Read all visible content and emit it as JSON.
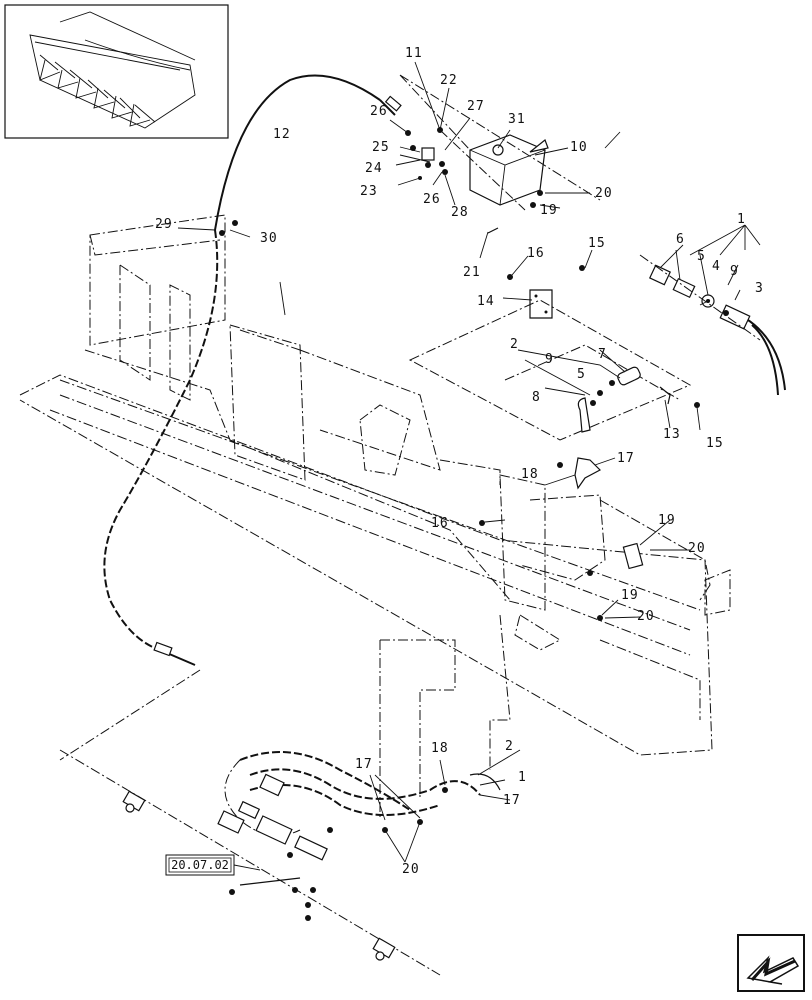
{
  "callouts": {
    "c1_top": "1",
    "c2_mid": "2",
    "c3": "3",
    "c4": "4",
    "c5_right": "5",
    "c5_mid": "5",
    "c6": "6",
    "c7": "7",
    "c8": "8",
    "c9_right": "9",
    "c9_mid": "9",
    "c10": "10",
    "c11": "11",
    "c12": "12",
    "c13": "13",
    "c14": "14",
    "c15_top": "15",
    "c15_mid": "15",
    "c16_top": "16",
    "c16_mid": "16",
    "c17_top": "17",
    "c17_bl": "17",
    "c17_br": "17",
    "c18_mid": "18",
    "c18_bot": "18",
    "c19_top": "19",
    "c19_mid": "19",
    "c19_low": "19",
    "c20_top": "20",
    "c20_mid": "20",
    "c20_low": "20",
    "c20_bot": "20",
    "c21": "21",
    "c22": "22",
    "c23": "23",
    "c24": "24",
    "c25": "25",
    "c26_a": "26",
    "c26_b": "26",
    "c27": "27",
    "c28": "28",
    "c29": "29",
    "c30": "30",
    "c31": "31",
    "c1_bot": "1",
    "c2_bot": "2"
  },
  "reference_box": {
    "label": "20.07.02"
  },
  "nav": {
    "icon": "next-page-arrow-icon"
  }
}
